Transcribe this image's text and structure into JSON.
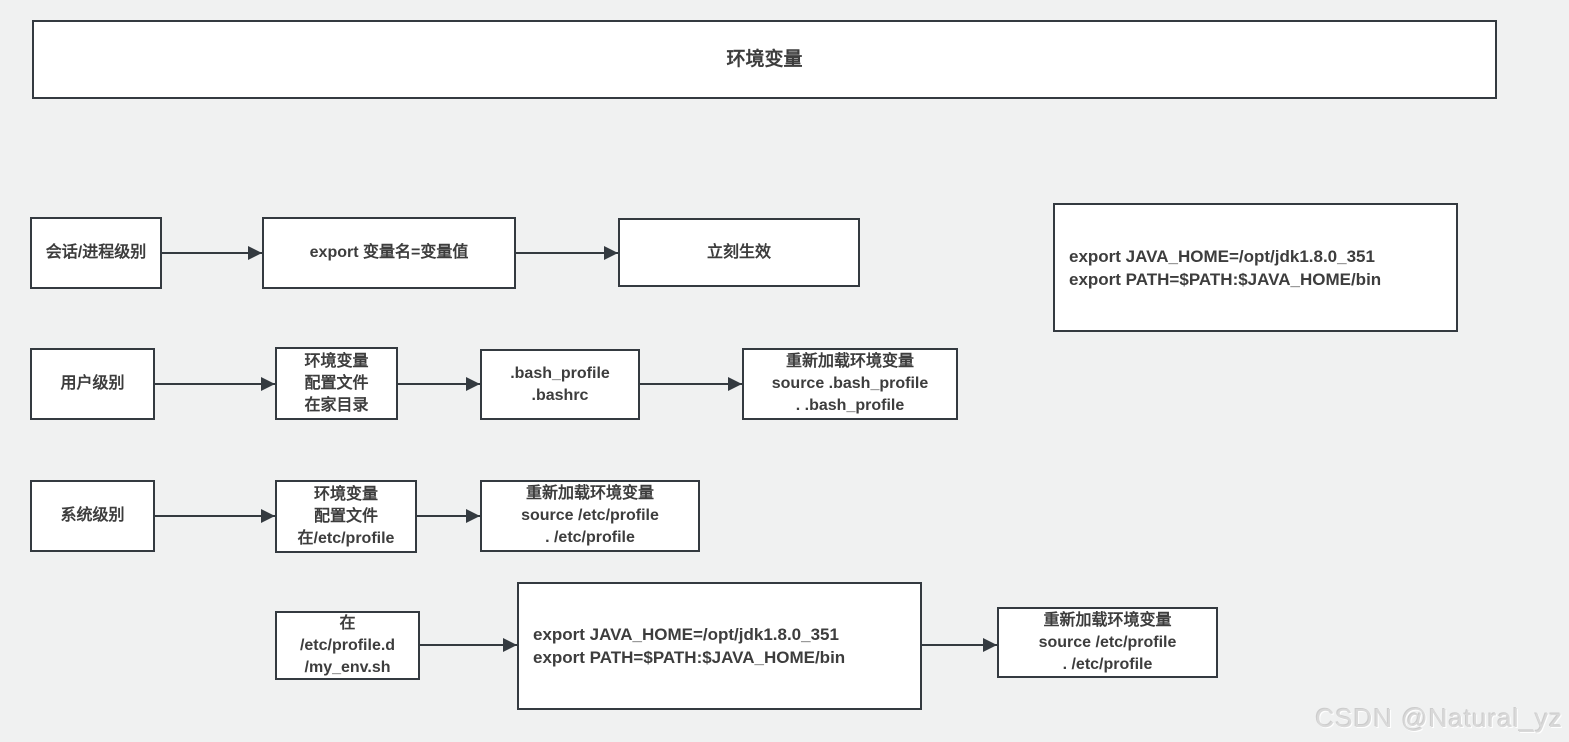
{
  "title": "环境变量",
  "watermark": "CSDN @Natural_yz",
  "colors": {
    "background": "#f0f1f1",
    "node_fill": "#ffffff",
    "stroke": "#343a40",
    "text": "#3d3d3d",
    "watermark": "#d9d9d9"
  },
  "nodes": {
    "session_level": {
      "lines": [
        "会话/进程级别"
      ]
    },
    "export_syntax": {
      "lines": [
        "export 变量名=变量值"
      ]
    },
    "take_effect": {
      "lines": [
        "立刻生效"
      ]
    },
    "session_example": {
      "lines": [
        "export JAVA_HOME=/opt/jdk1.8.0_351",
        "export PATH=$PATH:$JAVA_HOME/bin"
      ]
    },
    "user_level": {
      "lines": [
        "用户级别"
      ]
    },
    "user_config": {
      "lines": [
        "环境变量",
        "配置文件",
        "在家目录"
      ]
    },
    "user_files": {
      "lines": [
        ".bash_profile",
        ".bashrc"
      ]
    },
    "user_reload": {
      "lines": [
        "重新加载环境变量",
        "source .bash_profile",
        ". .bash_profile"
      ]
    },
    "system_level": {
      "lines": [
        "系统级别"
      ]
    },
    "system_config": {
      "lines": [
        "环境变量",
        "配置文件",
        "在/etc/profile"
      ]
    },
    "system_reload": {
      "lines": [
        "重新加载环境变量",
        "source /etc/profile",
        ". /etc/profile"
      ]
    },
    "profiled_location": {
      "lines": [
        "在",
        "/etc/profile.d",
        "/my_env.sh"
      ]
    },
    "profiled_export": {
      "lines": [
        "export JAVA_HOME=/opt/jdk1.8.0_351",
        "export PATH=$PATH:$JAVA_HOME/bin"
      ]
    },
    "profiled_reload": {
      "lines": [
        "重新加载环境变量",
        "source /etc/profile",
        ". /etc/profile"
      ]
    }
  }
}
